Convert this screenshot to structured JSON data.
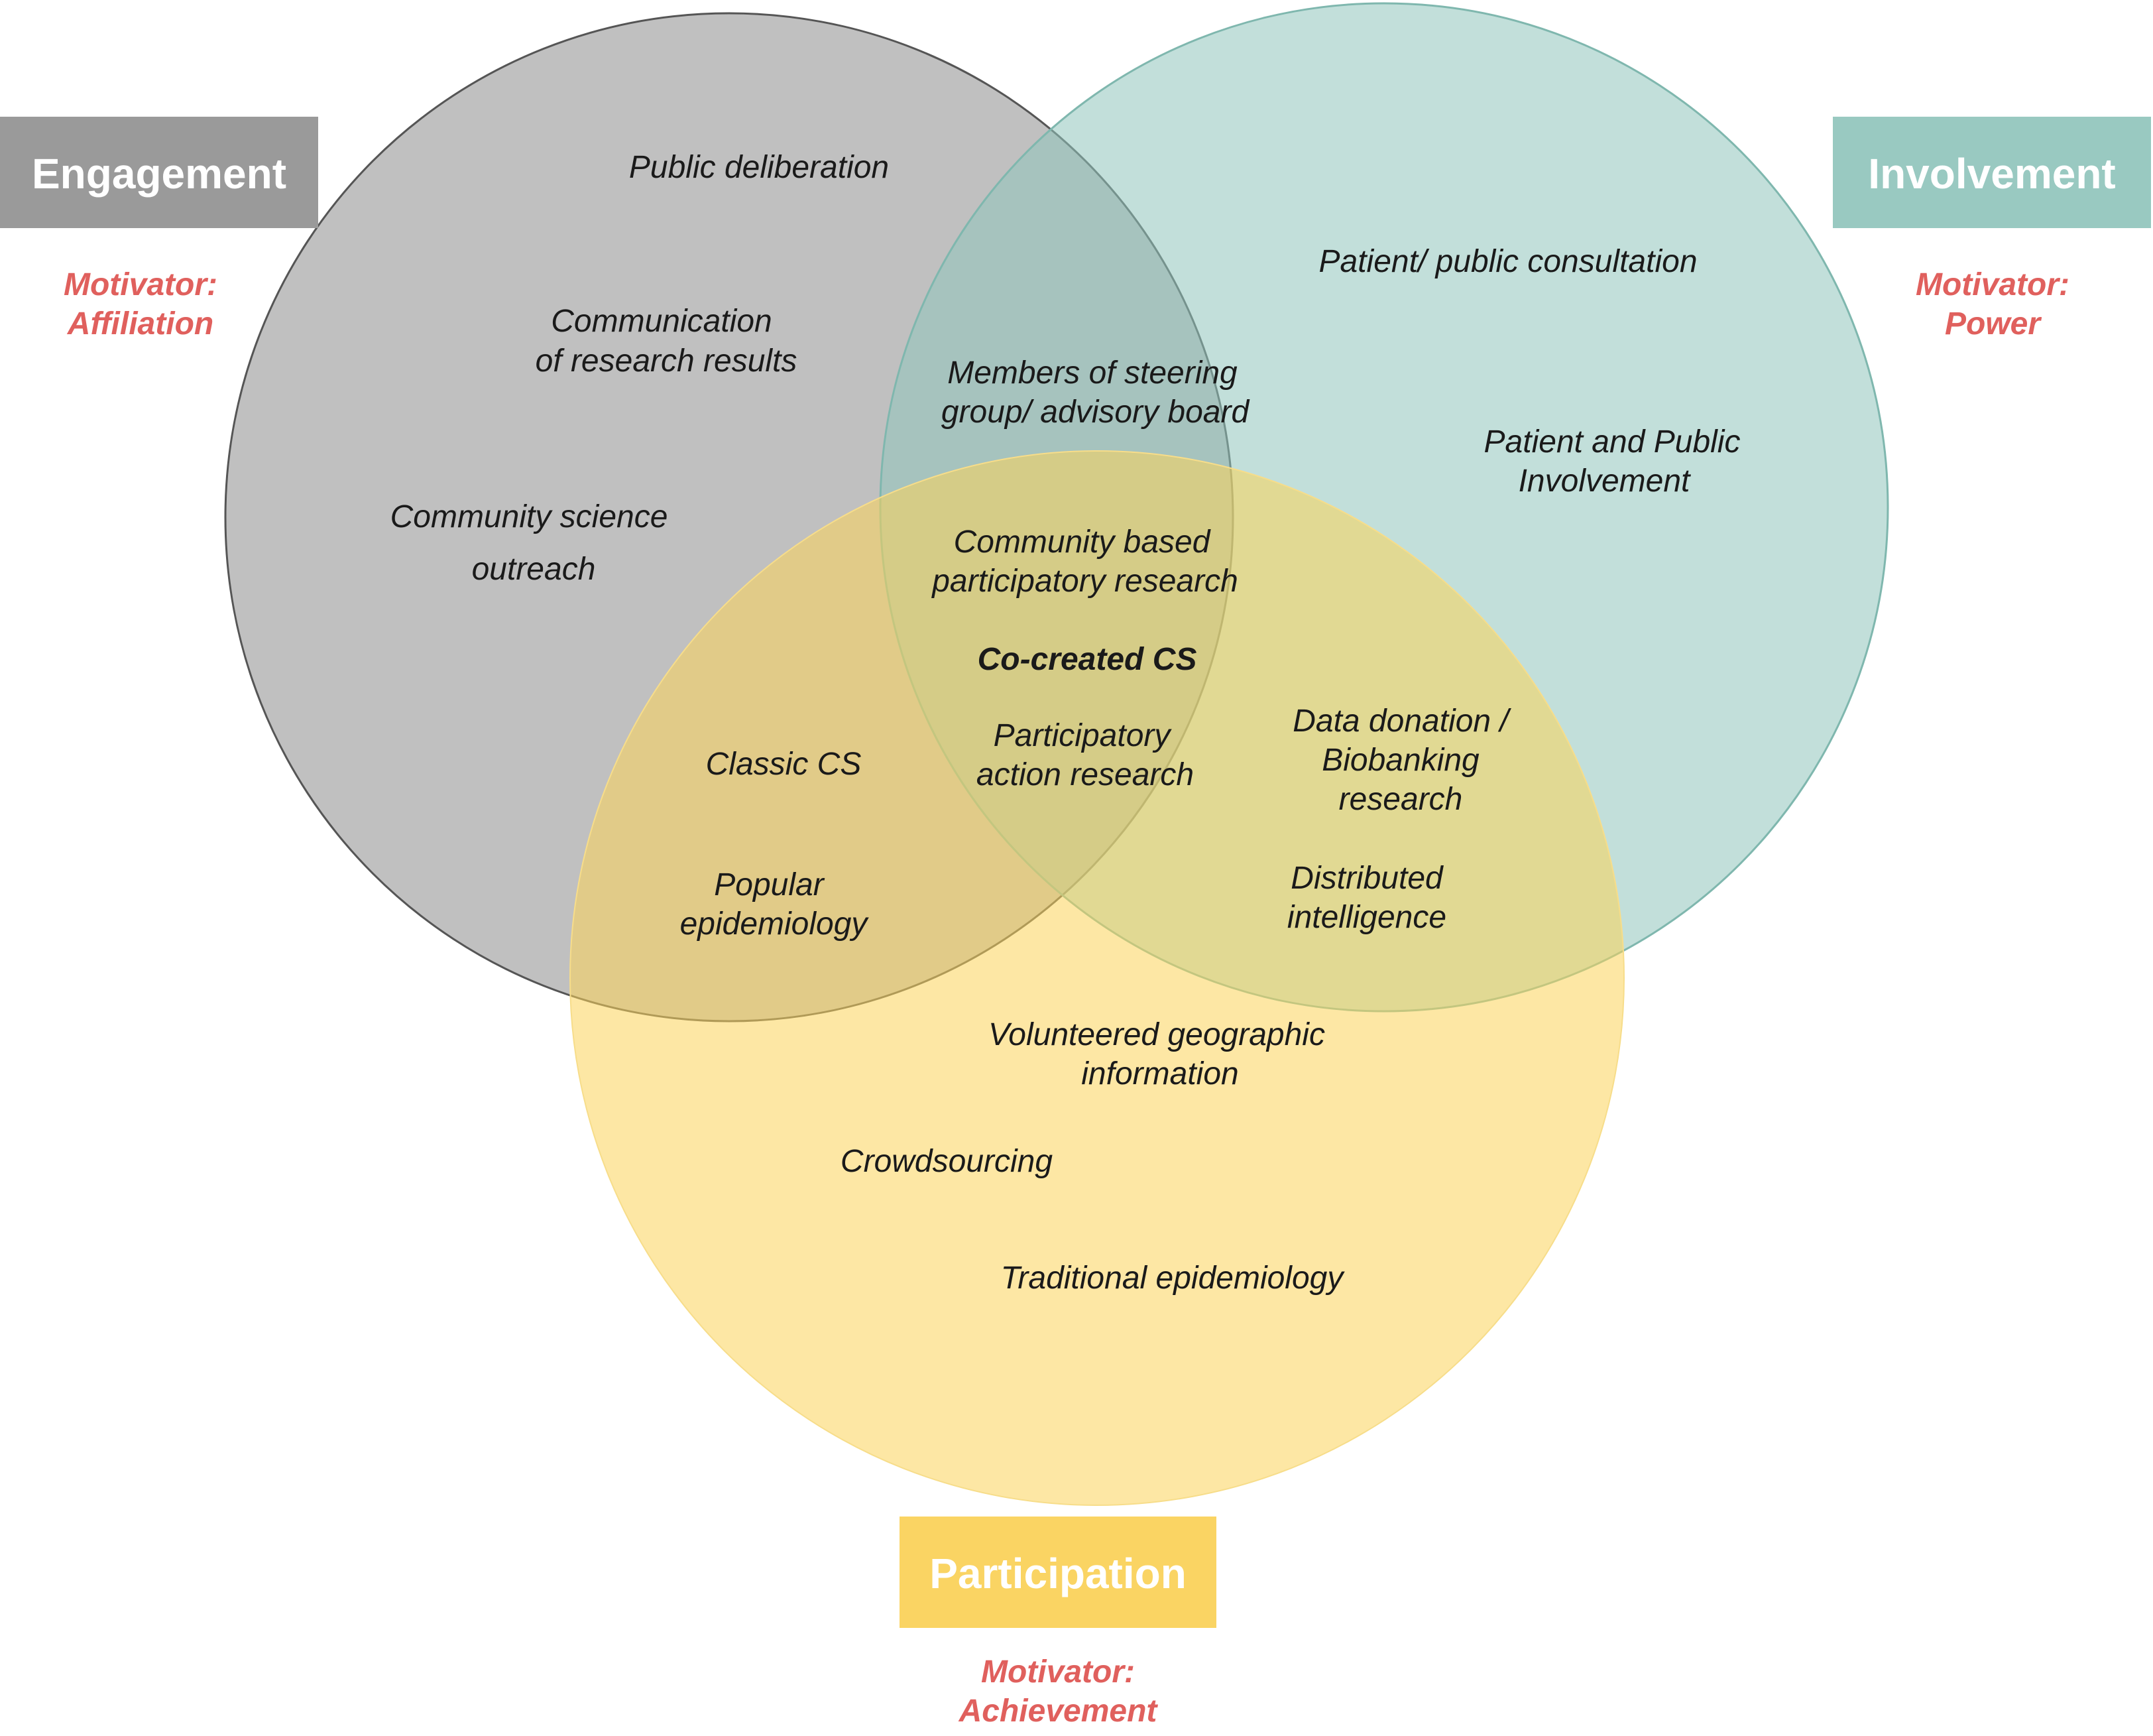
{
  "colors": {
    "engagement": "#8c8c8c",
    "involvement": "#8fc4bc",
    "participation": "#fcd35a",
    "engagement_label": "#9a9a9a",
    "involvement_label": "#99c9c1",
    "participation_label": "#fad463",
    "motivator": "#e0605d"
  },
  "sets": {
    "engagement": {
      "label": "Engagement",
      "motivator_line1": "Motivator:",
      "motivator_line2": "Affiliation"
    },
    "involvement": {
      "label": "Involvement",
      "motivator_line1": "Motivator:",
      "motivator_line2": "Power"
    },
    "participation": {
      "label": "Participation",
      "motivator_line1": "Motivator:",
      "motivator_line2": "Achievement"
    }
  },
  "items": {
    "public_deliberation": "Public deliberation",
    "communication_1": "Communication",
    "communication_2": "of research results",
    "community_science_1": "Community science",
    "community_science_2": "outreach",
    "patient_consultation": "Patient/ public consultation",
    "ppi_1": "Patient and Public",
    "ppi_2": "Involvement",
    "steering_1": "Members of steering",
    "steering_2": "group/ advisory board",
    "cbpr_1": "Community based",
    "cbpr_2": "participatory research",
    "cocreated": "Co-created CS",
    "par_1": "Participatory",
    "par_2": "action research",
    "classic_cs": "Classic CS",
    "popular_epi_1": "Popular",
    "popular_epi_2": "epidemiology",
    "data_donation_1": "Data donation /",
    "data_donation_2": "Biobanking",
    "data_donation_3": "research",
    "distributed_1": "Distributed",
    "distributed_2": "intelligence",
    "vgi_1": "Volunteered geographic",
    "vgi_2": "information",
    "crowdsourcing": "Crowdsourcing",
    "traditional_epi": "Traditional epidemiology"
  }
}
